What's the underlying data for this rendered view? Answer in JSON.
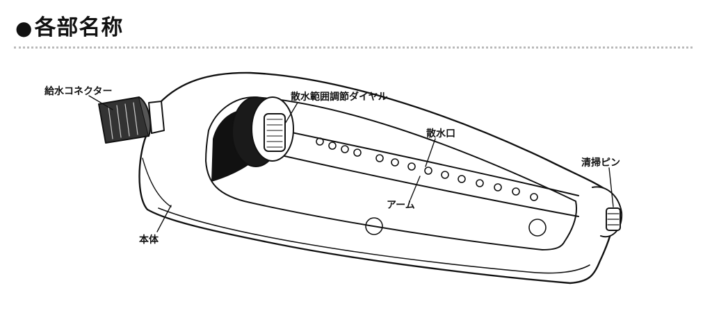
{
  "header": {
    "title": "各部名称"
  },
  "labels": {
    "connector": "給水コネクター",
    "dial": "散水範囲調節ダイヤル",
    "nozzle": "散水口",
    "cleaning_pin": "清掃ピン",
    "arm": "アーム",
    "body": "本体"
  }
}
